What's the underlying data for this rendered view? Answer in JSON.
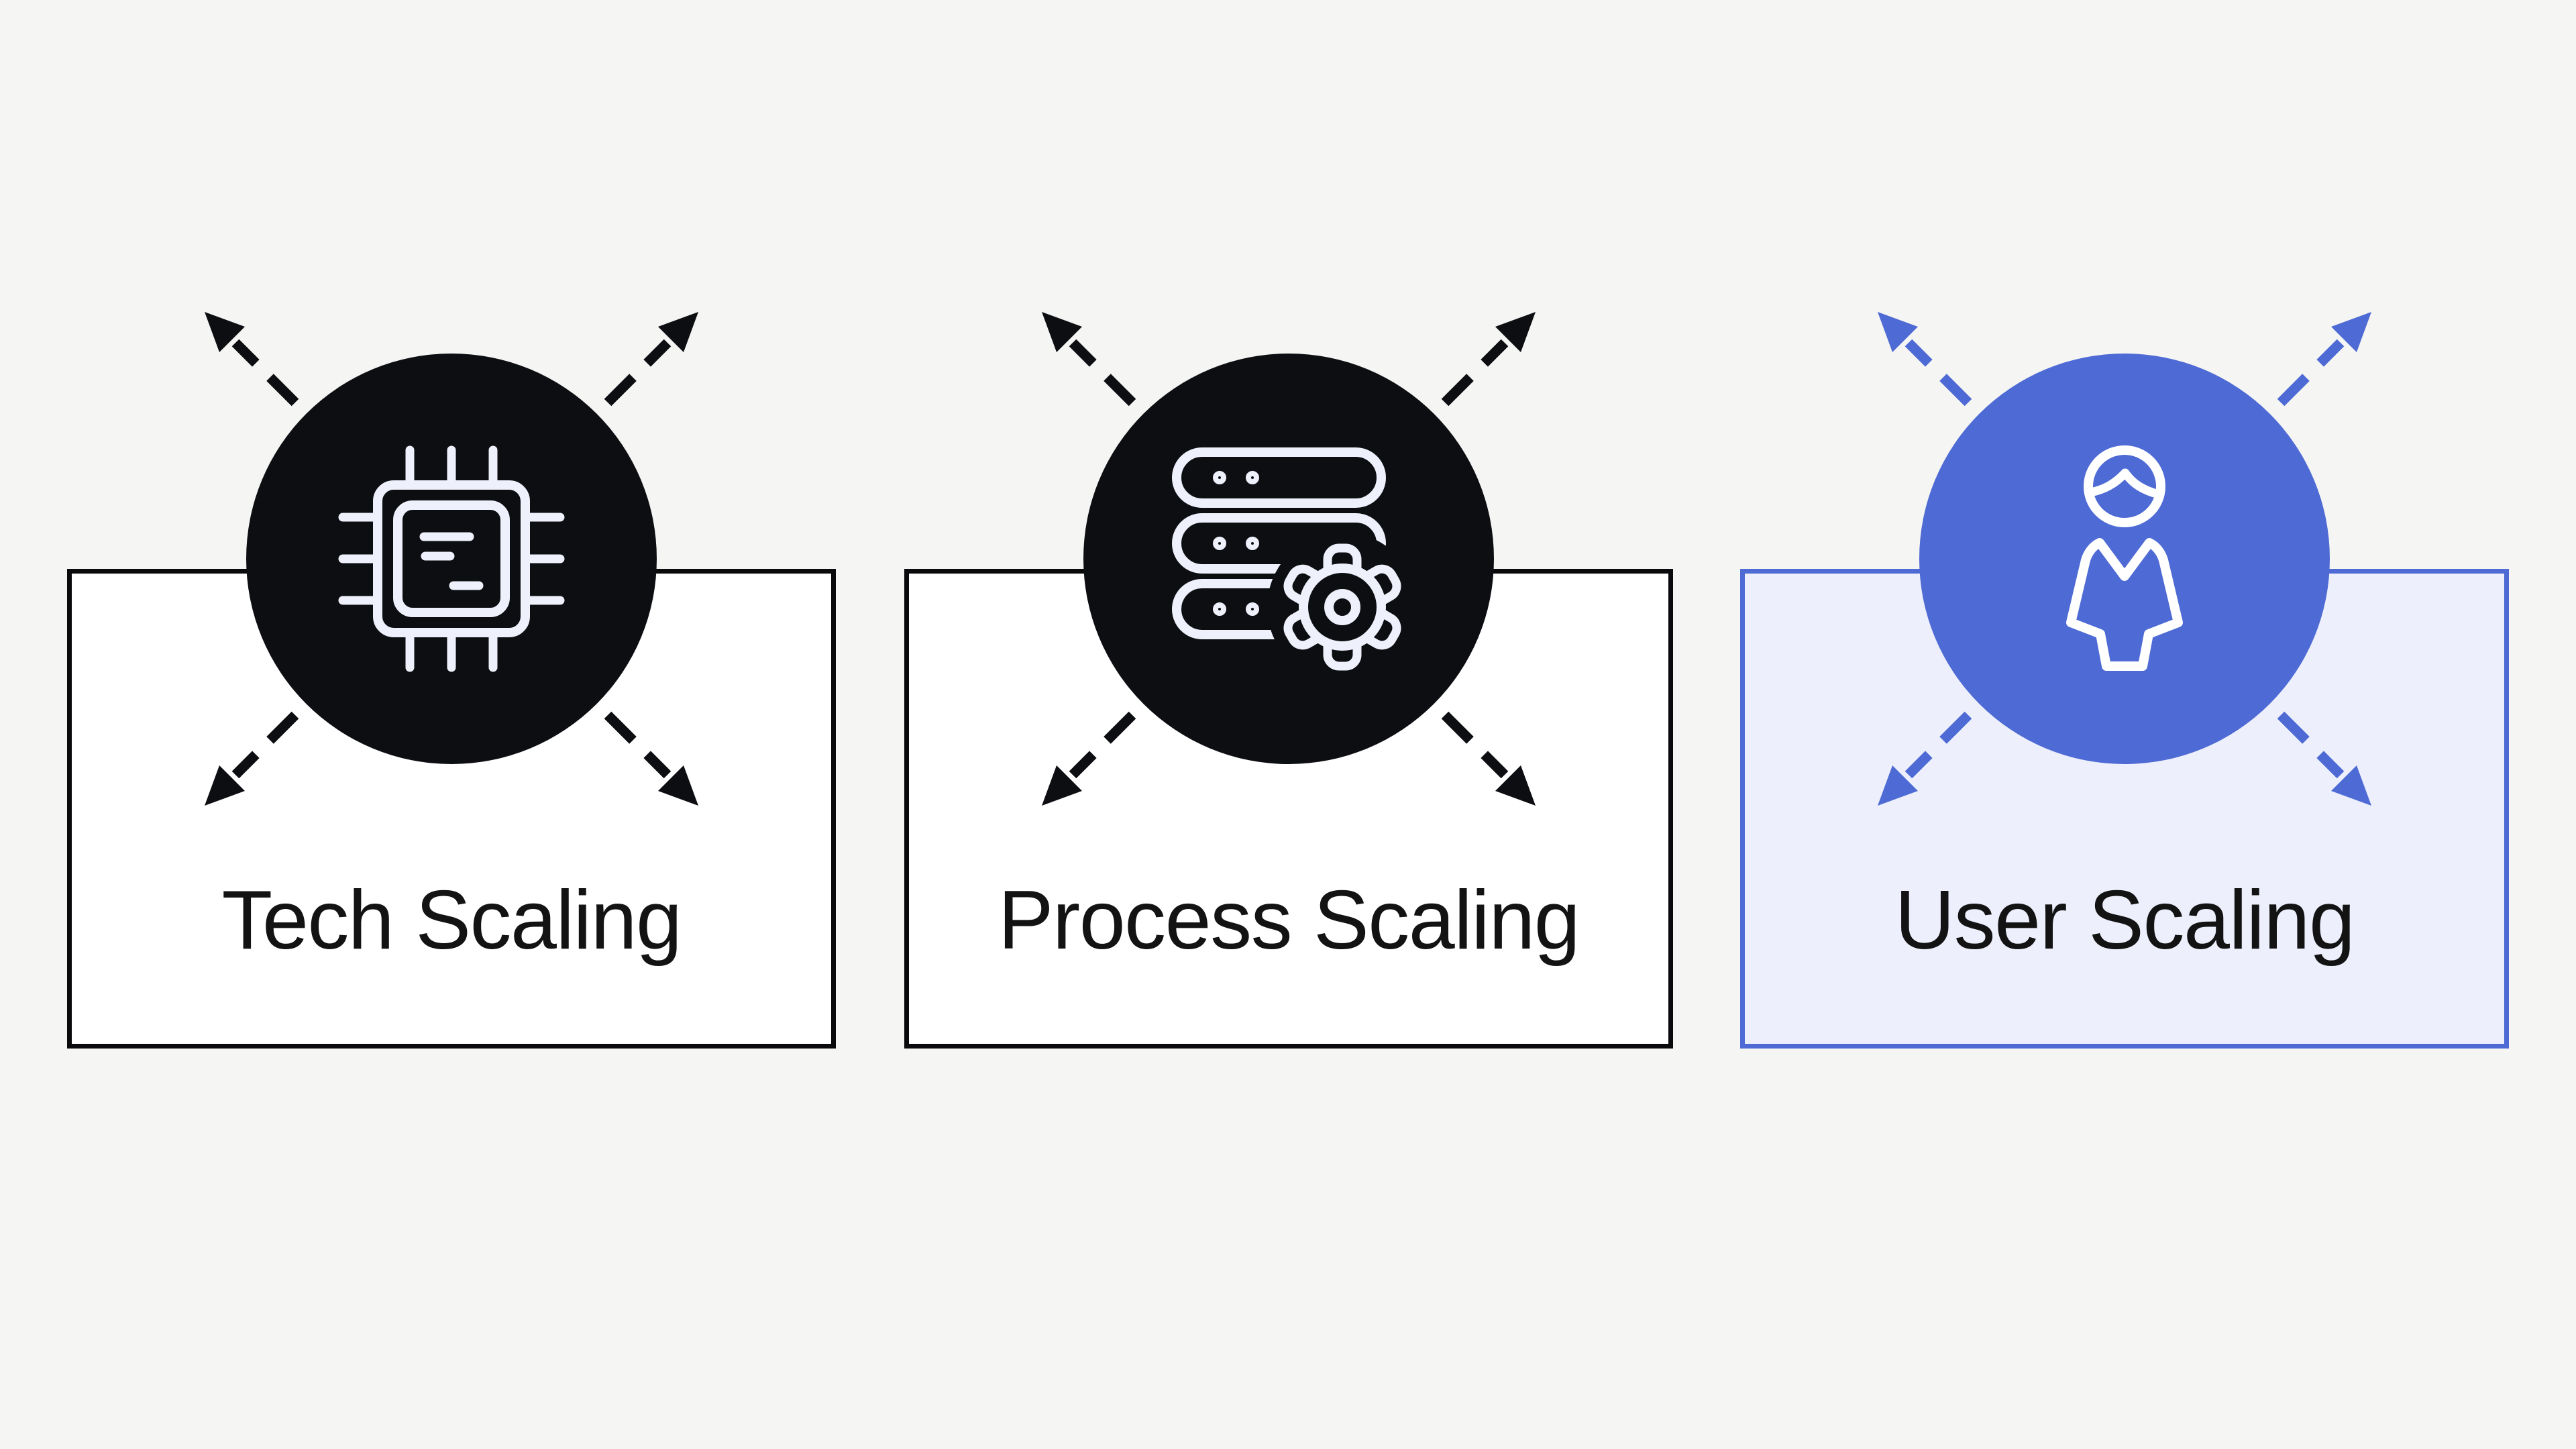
{
  "colors": {
    "background": "#f5f5f3",
    "ink": "#0d0e12",
    "card-border-dark": "#0a0a0c",
    "card-fill-light": "#ffffff",
    "accent": "#4e6ad4",
    "accent-border": "#4d6ad5",
    "accent-card-fill": "#edf0fc",
    "icon-on-dark": "#eef0fb",
    "icon-on-accent": "#ffffff",
    "label-text": "#131313"
  },
  "cards": [
    {
      "label": "Tech Scaling",
      "icon": "chip-icon",
      "highlighted": false
    },
    {
      "label": "Process Scaling",
      "icon": "server-gear-icon",
      "highlighted": false
    },
    {
      "label": "User Scaling",
      "icon": "person-icon",
      "highlighted": true
    }
  ]
}
